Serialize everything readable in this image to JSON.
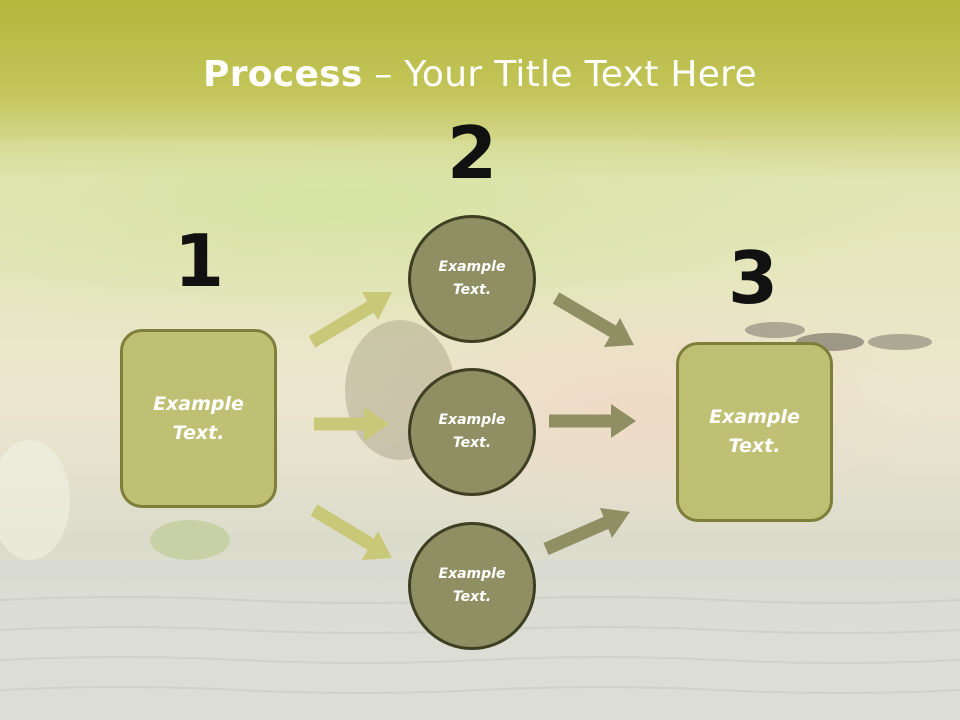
{
  "slide": {
    "title_bold": "Process",
    "title_dash": " – ",
    "title_rest": "Your Title Text Here",
    "numbers": [
      "1",
      "2",
      "3"
    ],
    "left_box": {
      "label": "Example\nText."
    },
    "circles": [
      {
        "label": "Example\nText."
      },
      {
        "label": "Example\nText."
      },
      {
        "label": "Example\nText."
      }
    ],
    "right_box": {
      "label": "Example\nText."
    }
  },
  "colors": {
    "box_fill": "#bfc073",
    "box_border": "#7f7f3c",
    "circle_fill": "#8f8f63",
    "circle_border": "#3e3e22",
    "arrow_light": "#c8c878",
    "arrow_dark": "#8f8f63",
    "header_band": "#b9bc4a"
  },
  "background": {
    "description_icon": "spa-photo"
  }
}
